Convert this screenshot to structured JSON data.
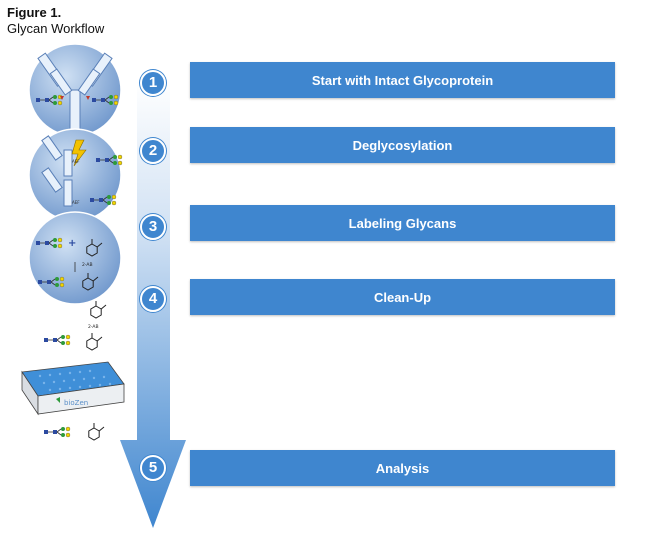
{
  "figure": {
    "number": "Figure 1.",
    "title": "Glycan Workflow"
  },
  "steps": [
    {
      "number": "1",
      "label": "Start with Intact Glycoprotein"
    },
    {
      "number": "2",
      "label": "Deglycosylation"
    },
    {
      "number": "3",
      "label": "Labeling Glycans"
    },
    {
      "number": "4",
      "label": "Clean-Up"
    },
    {
      "number": "5",
      "label": "Analysis"
    }
  ],
  "illustrations": {
    "reagent_label": "2-AB",
    "plate_brand": "bioZen"
  },
  "colors": {
    "step_blue": "#3f86cf",
    "circle_blue": "#7fa6d8",
    "plate_blue": "#3f8fd8"
  }
}
